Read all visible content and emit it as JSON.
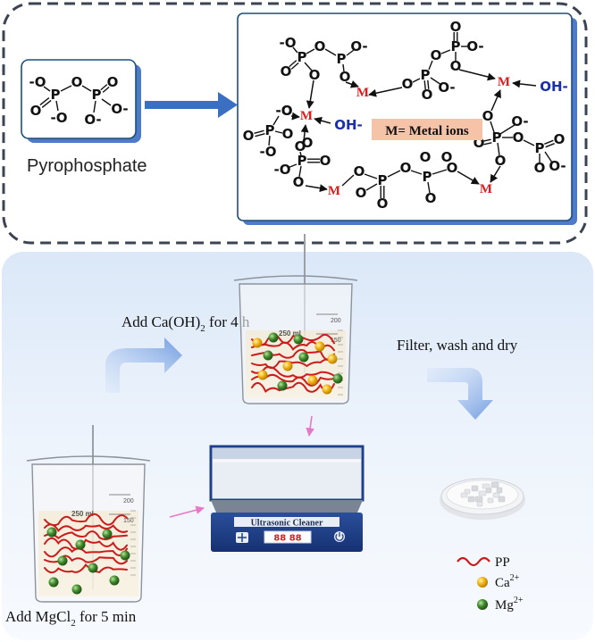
{
  "top_panel": {
    "pyrophosphate_label": "Pyrophosphate",
    "legend_box": "M= Metal ions",
    "atoms": {
      "oxygen": "O",
      "phosphorus": "P",
      "metal": "M",
      "hydroxide": "OH-",
      "o_minus": "-O",
      "o_minus_right": "O-"
    }
  },
  "process": {
    "step1": {
      "prefix": "Add MgCl",
      "subscript": "2",
      "suffix": " for 5 min"
    },
    "step2": {
      "prefix": "Add Ca(OH)",
      "subscript": "2",
      "suffix": " for 4 h"
    },
    "step3": "Filter, wash and dry",
    "beaker_volume": "250 ml",
    "beaker_ticks": [
      "200",
      "150"
    ],
    "cleaner_label": "Ultrasonic Cleaner",
    "cleaner_display": "88 88"
  },
  "legend": {
    "pp": "PP",
    "ca": {
      "text": "Ca",
      "sup": "2+"
    },
    "mg": {
      "text": "Mg",
      "sup": "2+"
    }
  },
  "colors": {
    "metal": "#d81e1e",
    "hydroxide": "#1a2fa8",
    "arrow_blue": "#3a6fc4",
    "frame_blue": "#1f4e79",
    "legend_box": "#f4c3a8",
    "polymer": "#cc1b1b",
    "ca_ion": "#f1b20f",
    "mg_ion": "#3f8a2b",
    "panel_bg": "#e6f0fb"
  }
}
